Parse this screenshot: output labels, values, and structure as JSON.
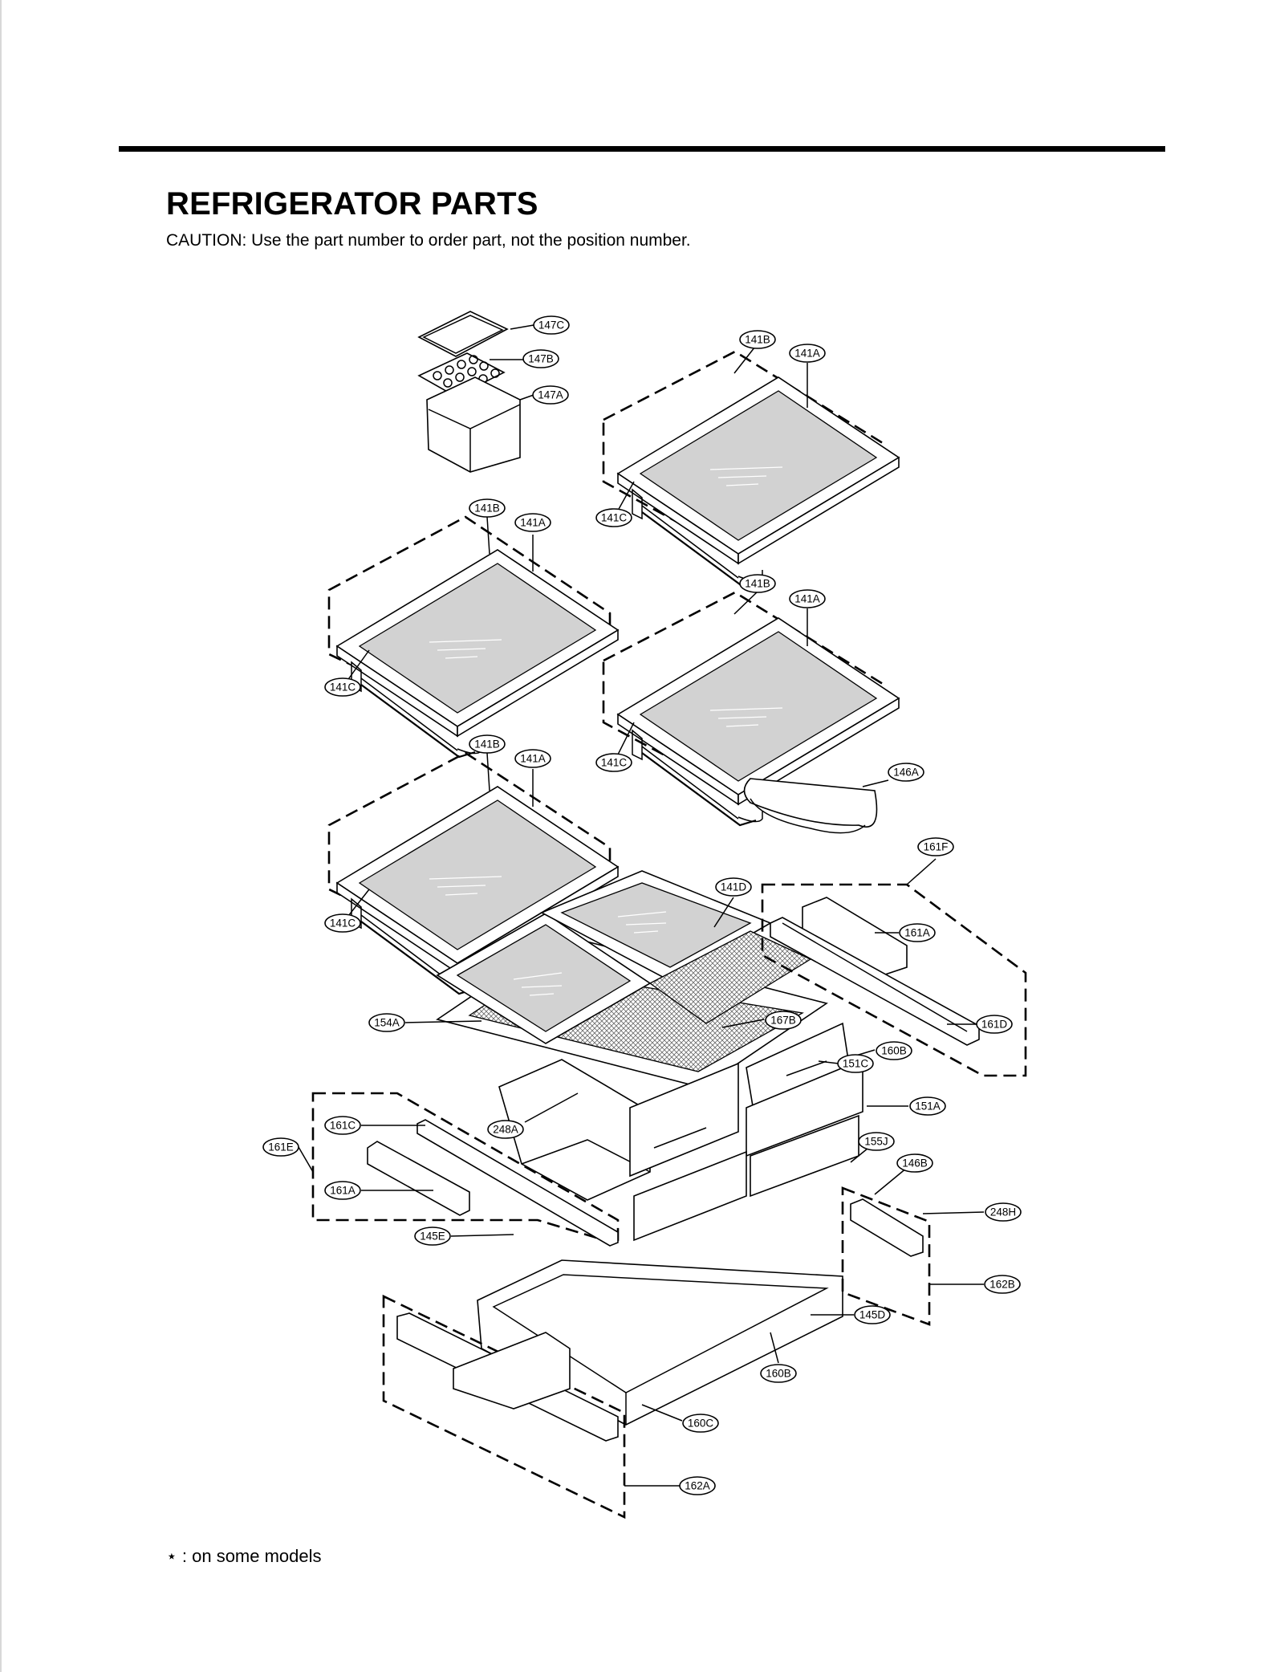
{
  "header": {
    "title": "REFRIGERATOR PARTS",
    "caution": "CAUTION: Use the part number to order part, not the position number."
  },
  "footnote": "⋆ : on some models",
  "callouts": [
    {
      "id": "c147C",
      "label": "147C"
    },
    {
      "id": "c147B",
      "label": "147B"
    },
    {
      "id": "c147A",
      "label": "147A"
    },
    {
      "id": "c141B_1",
      "label": "141B"
    },
    {
      "id": "c141A_1",
      "label": "141A"
    },
    {
      "id": "c141C_1",
      "label": "141C"
    },
    {
      "id": "c141B_2",
      "label": "141B"
    },
    {
      "id": "c141A_2",
      "label": "141A"
    },
    {
      "id": "c141C_2",
      "label": "141C"
    },
    {
      "id": "c141B_3",
      "label": "141B"
    },
    {
      "id": "c141A_3",
      "label": "141A"
    },
    {
      "id": "c141C_3",
      "label": "141C"
    },
    {
      "id": "c146A",
      "label": "146A"
    },
    {
      "id": "c141B_4",
      "label": "141B"
    },
    {
      "id": "c141A_4",
      "label": "141A"
    },
    {
      "id": "c141C_4",
      "label": "141C"
    },
    {
      "id": "c161F",
      "label": "161F"
    },
    {
      "id": "c141D",
      "label": "141D"
    },
    {
      "id": "c161A_1",
      "label": "161A"
    },
    {
      "id": "c154A",
      "label": "154A"
    },
    {
      "id": "c167B",
      "label": "167B"
    },
    {
      "id": "c161D",
      "label": "161D"
    },
    {
      "id": "c160B_1",
      "label": "160B"
    },
    {
      "id": "c151C",
      "label": "151C"
    },
    {
      "id": "c151A",
      "label": "151A"
    },
    {
      "id": "c161C",
      "label": "161C"
    },
    {
      "id": "c248A",
      "label": "248A"
    },
    {
      "id": "c161E",
      "label": "161E"
    },
    {
      "id": "c155J",
      "label": "155J"
    },
    {
      "id": "c146B",
      "label": "146B"
    },
    {
      "id": "c161A_2",
      "label": "161A"
    },
    {
      "id": "c248H",
      "label": "248H"
    },
    {
      "id": "c145E",
      "label": "145E"
    },
    {
      "id": "c162B",
      "label": "162B"
    },
    {
      "id": "c145D",
      "label": "145D"
    },
    {
      "id": "c160B_2",
      "label": "160B"
    },
    {
      "id": "c160C",
      "label": "160C"
    },
    {
      "id": "c162A",
      "label": "162A"
    }
  ]
}
